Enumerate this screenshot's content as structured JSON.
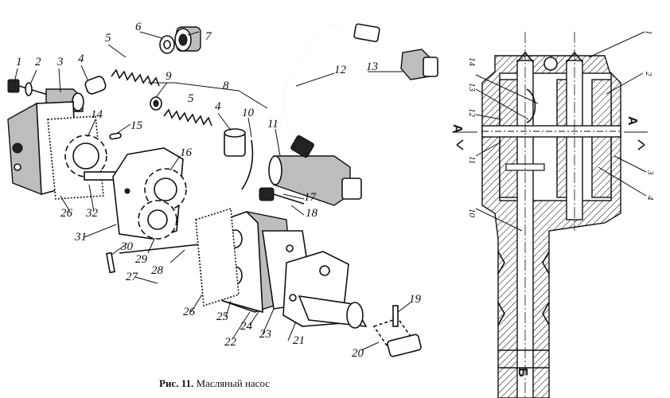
{
  "caption": {
    "prefix": "Рис. 11.",
    "title": "Масляный насос"
  },
  "exploded_labels": [
    {
      "id": "1",
      "text": "1"
    },
    {
      "id": "2",
      "text": "2"
    },
    {
      "id": "3",
      "text": "3"
    },
    {
      "id": "4a",
      "text": "4"
    },
    {
      "id": "5a",
      "text": "5"
    },
    {
      "id": "6",
      "text": "6"
    },
    {
      "id": "7",
      "text": "7"
    },
    {
      "id": "8",
      "text": "8"
    },
    {
      "id": "9",
      "text": "9"
    },
    {
      "id": "5b",
      "text": "5"
    },
    {
      "id": "4b",
      "text": "4"
    },
    {
      "id": "10",
      "text": "10"
    },
    {
      "id": "11",
      "text": "11"
    },
    {
      "id": "12",
      "text": "12"
    },
    {
      "id": "13",
      "text": "13"
    },
    {
      "id": "14",
      "text": "14"
    },
    {
      "id": "15",
      "text": "15"
    },
    {
      "id": "16",
      "text": "16"
    },
    {
      "id": "17",
      "text": "17"
    },
    {
      "id": "18",
      "text": "18"
    },
    {
      "id": "19",
      "text": "19"
    },
    {
      "id": "20",
      "text": "20"
    },
    {
      "id": "21",
      "text": "21"
    },
    {
      "id": "22",
      "text": "22"
    },
    {
      "id": "23",
      "text": "23"
    },
    {
      "id": "24",
      "text": "24"
    },
    {
      "id": "25",
      "text": "25"
    },
    {
      "id": "26a",
      "text": "26"
    },
    {
      "id": "26b",
      "text": "26"
    },
    {
      "id": "27",
      "text": "27"
    },
    {
      "id": "28",
      "text": "28"
    },
    {
      "id": "29",
      "text": "29"
    },
    {
      "id": "30",
      "text": "30"
    },
    {
      "id": "31",
      "text": "31"
    },
    {
      "id": "32",
      "text": "32"
    }
  ],
  "section_labels": [
    {
      "id": "s1",
      "text": "1"
    },
    {
      "id": "s2",
      "text": "2"
    },
    {
      "id": "s3",
      "text": "3"
    },
    {
      "id": "s4",
      "text": "4"
    },
    {
      "id": "s10",
      "text": "10"
    },
    {
      "id": "s11",
      "text": "11"
    },
    {
      "id": "s12",
      "text": "12"
    },
    {
      "id": "s13",
      "text": "13"
    },
    {
      "id": "s14",
      "text": "14"
    }
  ],
  "section_marks": {
    "a_left": "А",
    "a_right": "А",
    "b_bottom": "Б"
  }
}
